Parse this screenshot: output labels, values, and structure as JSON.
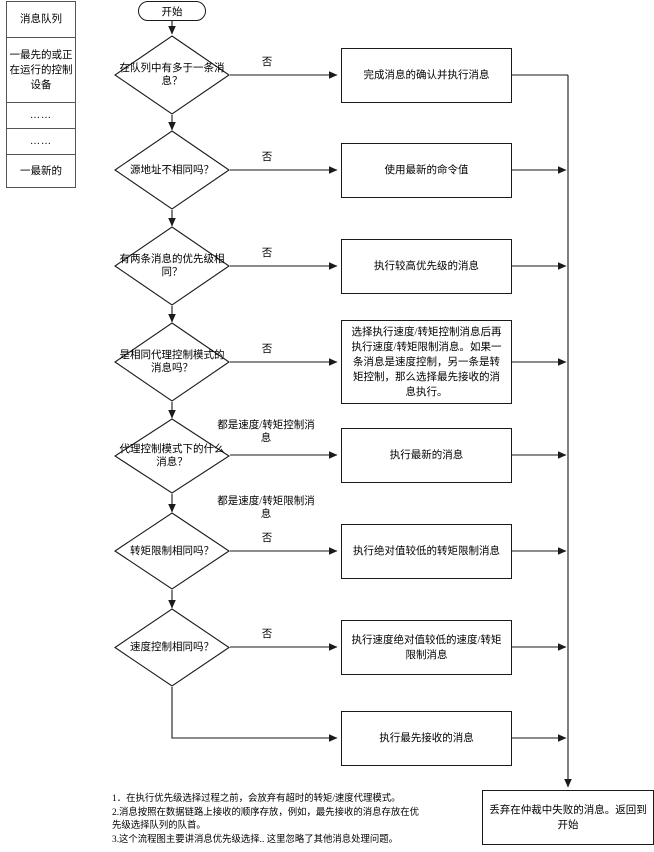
{
  "queue_table": {
    "title": "消息队列",
    "rows": [
      {
        "name": "queue-header",
        "text": "消息队列",
        "kind": "head"
      },
      {
        "name": "queue-row-oldest",
        "text": "一最先的或正在运行的控制设备",
        "kind": "big"
      },
      {
        "name": "queue-row-ellipsis-1",
        "text": "……",
        "kind": "dots"
      },
      {
        "name": "queue-row-ellipsis-2",
        "text": "……",
        "kind": "dots"
      },
      {
        "name": "queue-row-newest",
        "text": "一最新的",
        "kind": "last"
      }
    ]
  },
  "start": {
    "label": "开始"
  },
  "decisions": [
    {
      "id": "d1",
      "text": "在队列中有多于一条消息？",
      "branch_label": "否"
    },
    {
      "id": "d2",
      "text": "源地址不相同吗？",
      "branch_label": "否"
    },
    {
      "id": "d3",
      "text": "有两条消息的优先级相同？",
      "branch_label": "否"
    },
    {
      "id": "d4",
      "text": "是相同代理控制模式的消息吗？",
      "branch_label": "否"
    },
    {
      "id": "d5",
      "text": "代理控制模式下的什么消息？",
      "branch_label": "都是速度/转矩控制消息",
      "branch_label_2": "都是速度/转矩限制消息"
    },
    {
      "id": "d6",
      "text": "转矩限制相同吗？",
      "branch_label": "否"
    },
    {
      "id": "d7",
      "text": "速度控制相同吗？",
      "branch_label": "否"
    }
  ],
  "processes": [
    {
      "id": "p1",
      "text": "完成消息的确认并执行消息"
    },
    {
      "id": "p2",
      "text": "使用最新的命令值"
    },
    {
      "id": "p3",
      "text": "执行较高优先级的消息"
    },
    {
      "id": "p4",
      "text": "选择执行速度/转矩控制消息后再执行速度/转矩限制消息。如果一条消息是速度控制，另一条是转矩控制，那么选择最先接收的消息执行。"
    },
    {
      "id": "p5",
      "text": "执行最新的消息"
    },
    {
      "id": "p6",
      "text": "执行绝对值较低的转矩限制消息"
    },
    {
      "id": "p7",
      "text": "执行速度绝对值较低的速度/转矩限制消息"
    },
    {
      "id": "p8",
      "text": "执行最先接收的消息"
    }
  ],
  "end_box": {
    "text": "丢弃在仲裁中失败的消息。返回到开始"
  },
  "notes": [
    "1．在执行优先级选择过程之前，会放弃有超时的转矩/速度代理模式。",
    "2.消息按照在数据链路上接收的顺序存放，例如，最先接收的消息存放在优先级选择队列的队首。",
    "3.这个流程图主要讲消息优先级选择.. 这里忽略了其他消息处理问题。"
  ],
  "colors": {
    "stroke": "#1a1a1a",
    "table_stroke": "#555555",
    "background": "#ffffff",
    "text": "#000000"
  }
}
